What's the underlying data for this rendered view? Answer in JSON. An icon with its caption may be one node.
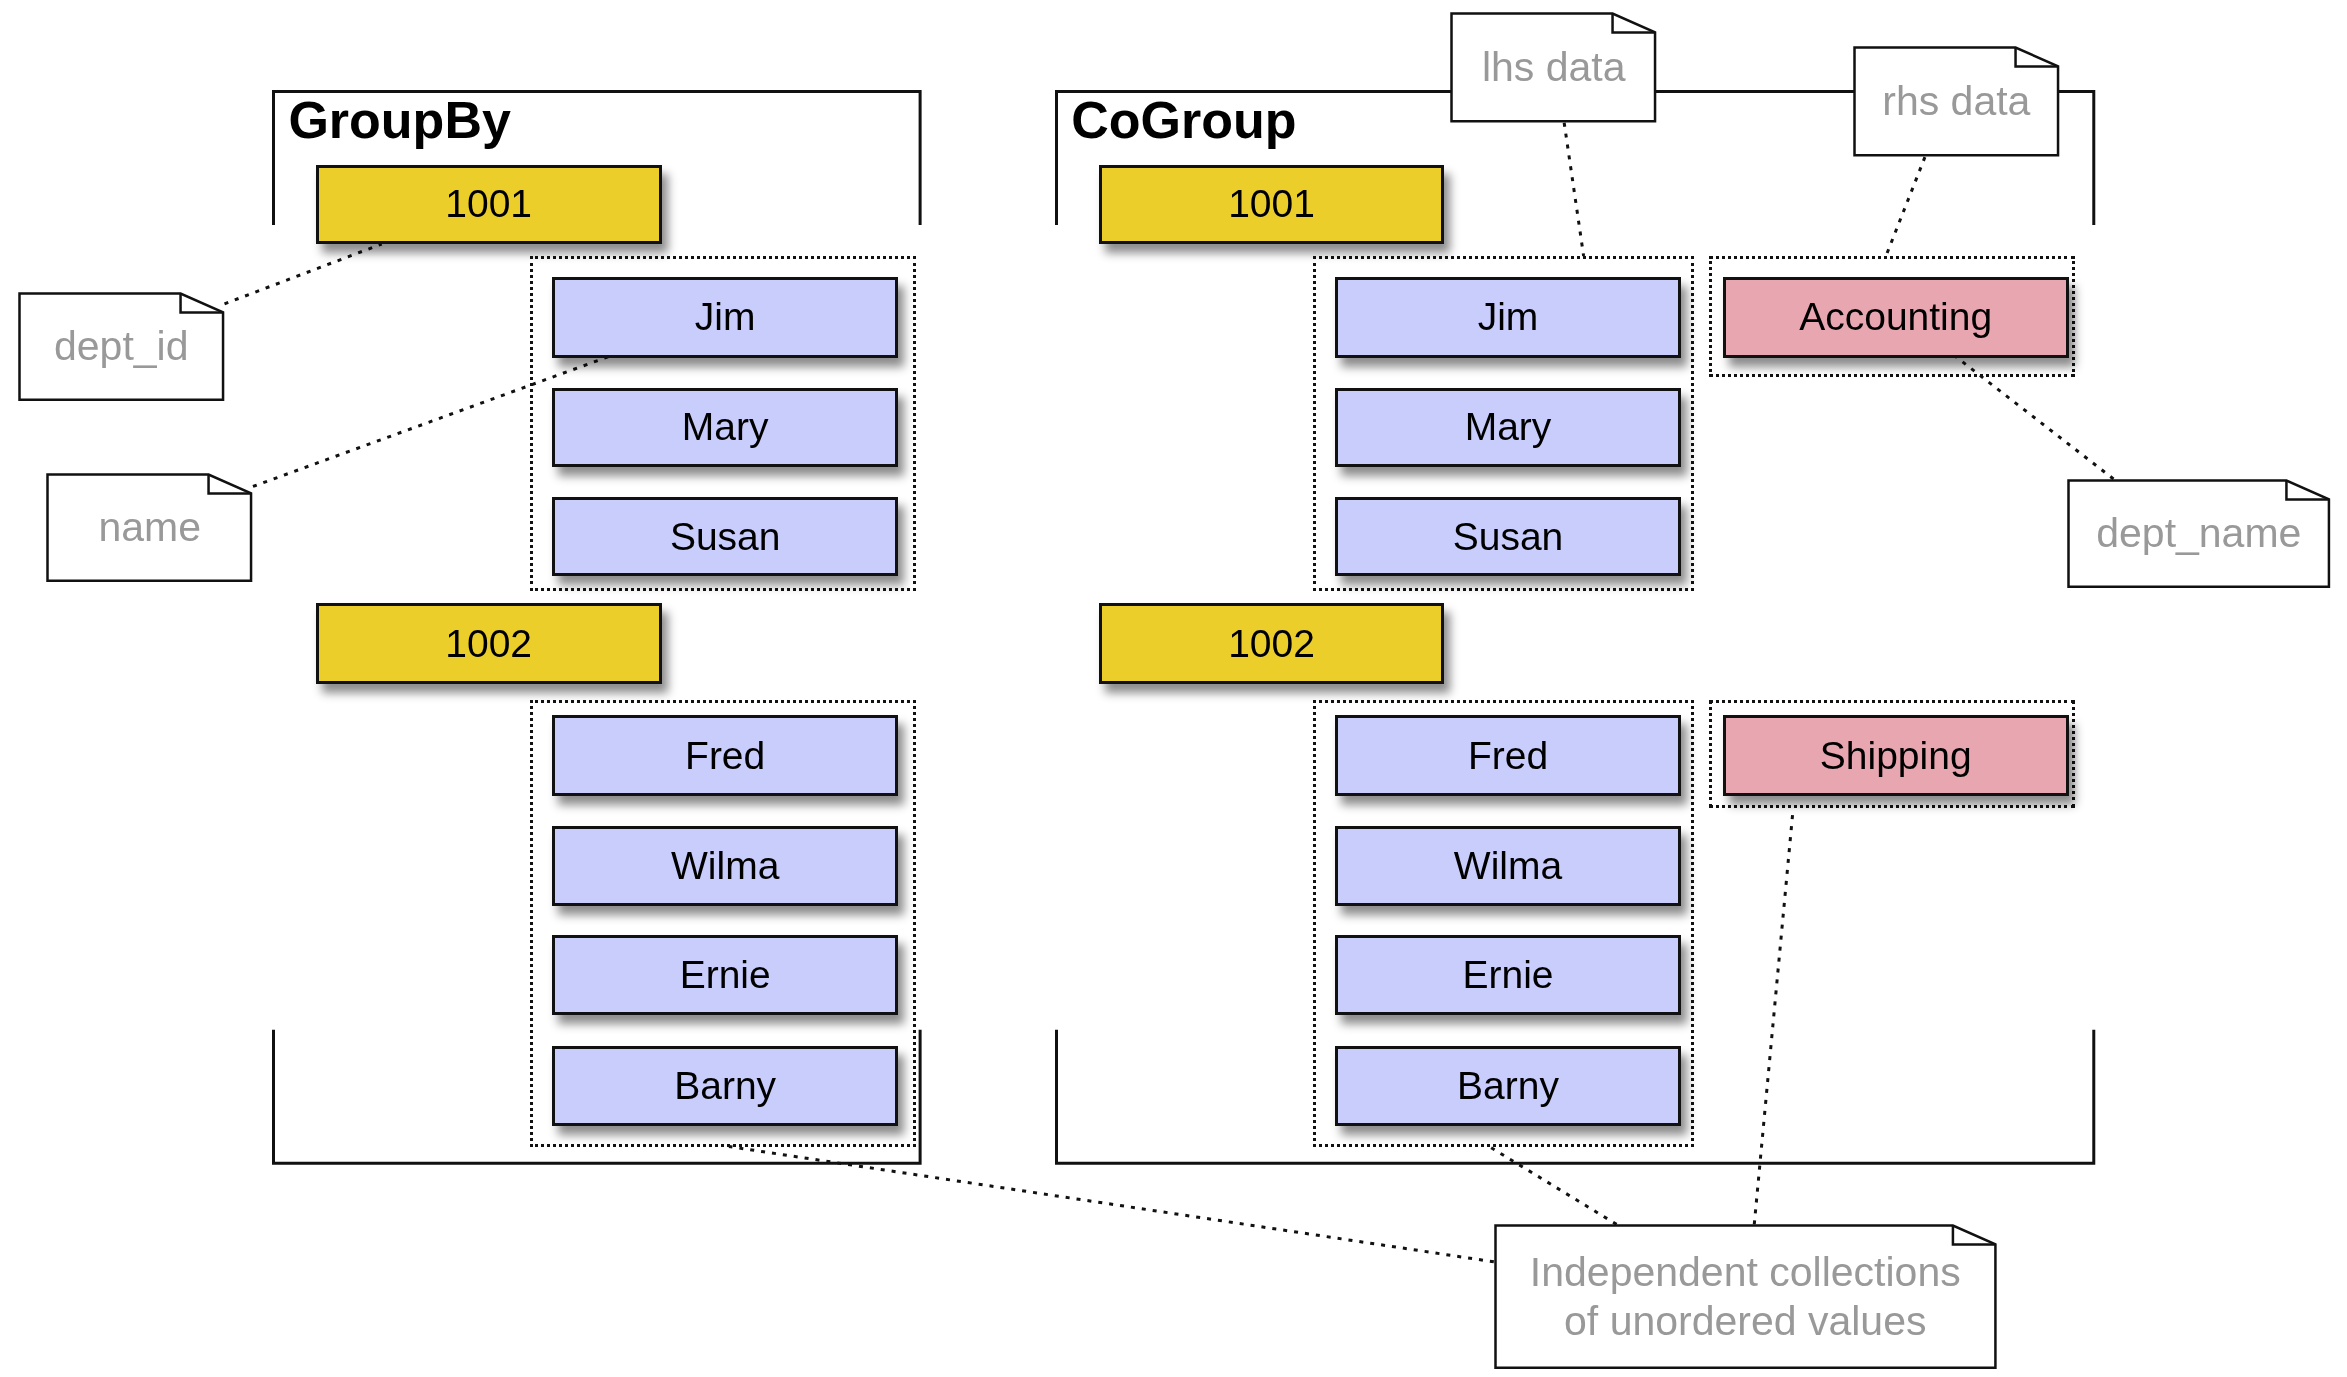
{
  "diagram": {
    "nodes": [
      {
        "text": [
          "GroupBy"
        ]
      },
      {
        "text": [
          "1001"
        ],
        "in": 0
      },
      {
        "text": [],
        "shape": "box",
        "in": 0
      },
      {
        "text": [
          "Jim"
        ],
        "in": 2
      },
      {
        "text": [
          "Mary"
        ],
        "in": 2
      },
      {
        "text": [
          "Susan"
        ],
        "in": 2
      },
      {
        "text": [
          "1002"
        ],
        "in": 0
      },
      {
        "text": [],
        "shape": "box",
        "in": 0
      },
      {
        "text": [
          "Fred"
        ],
        "in": 7
      },
      {
        "text": [
          "Wilma"
        ],
        "in": 7
      },
      {
        "text": [
          "Ernie"
        ],
        "in": 7
      },
      {
        "text": [
          "Barny"
        ],
        "in": 7
      },
      {
        "text": [
          "CoGroup"
        ]
      },
      {
        "text": [
          "1001"
        ],
        "in": 12
      },
      {
        "text": [],
        "shape": "box",
        "in": 12
      },
      {
        "text": [
          "Jim"
        ],
        "in": 14
      },
      {
        "text": [
          "Mary"
        ],
        "in": 14
      },
      {
        "text": [
          "Susan"
        ],
        "in": 14
      },
      {
        "text": [],
        "shape": "box",
        "in": 12
      },
      {
        "text": [
          "Accounting"
        ],
        "in": 18
      },
      {
        "text": [
          "1002"
        ],
        "in": 12
      },
      {
        "text": [],
        "shape": "box",
        "in": 12
      },
      {
        "text": [
          "Fred"
        ],
        "in": 21
      },
      {
        "text": [
          "Wilma"
        ],
        "in": 21
      },
      {
        "text": [
          "Ernie"
        ],
        "in": 21
      },
      {
        "text": [
          "Barny"
        ],
        "in": 21
      },
      {
        "text": [],
        "shape": "box",
        "in": 12
      },
      {
        "text": [
          "Shipping"
        ],
        "in": 26
      },
      {
        "text": [
          "dept_id"
        ]
      },
      {
        "text": [
          "name"
        ]
      },
      {
        "text": [
          "lhs data"
        ]
      },
      {
        "text": [
          "rhs data"
        ]
      },
      {
        "text": [
          "dept_name"
        ]
      },
      {
        "text": [
          "Independent collections of unordered values"
        ]
      }
    ],
    "edges": [
      {
        "from": 28,
        "to": 1,
        "arrow": "none",
        "style": "dashed"
      },
      {
        "from": 29,
        "to": 3,
        "arrow": "none",
        "style": "dashed"
      },
      {
        "from": 30,
        "to": 14,
        "arrow": "none",
        "style": "dashed"
      },
      {
        "from": 31,
        "to": 18,
        "arrow": "none",
        "style": "dashed"
      },
      {
        "from": 32,
        "to": 19,
        "arrow": "none",
        "style": "dashed"
      },
      {
        "from": 33,
        "to": 7,
        "arrow": "none",
        "style": "dashed"
      },
      {
        "from": 33,
        "to": 21,
        "arrow": "none",
        "style": "dashed"
      },
      {
        "from": 33,
        "to": 26,
        "arrow": "none",
        "style": "dashed"
      }
    ]
  }
}
